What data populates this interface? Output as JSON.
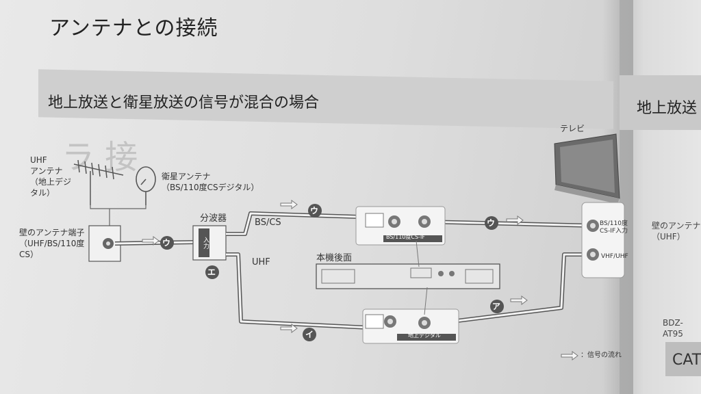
{
  "page_title": "アンテナとの接続",
  "section_title": "地上放送と衛星放送の信号が混合の場合",
  "uhf_antenna": [
    "UHF",
    "アンテナ",
    "（地上デジ",
    "タル）"
  ],
  "sat_antenna": [
    "衛星アンテナ",
    "（BS/110度CSデジタル）"
  ],
  "wall_terminal": [
    "壁のアンテナ端子",
    "（UHF/BS/110度",
    "CS）"
  ],
  "splitter": "分波器",
  "splitter_input": "入力",
  "line_bs": "BS/CS",
  "line_uhf": "UHF",
  "rear_panel": "本機後面",
  "tv": "テレビ",
  "tv_bs_in": [
    "BS/110度",
    "CS-IF入力"
  ],
  "tv_vhf_in": "VHF/UHF",
  "port_bs_label": "BS/110度CS-IF",
  "port_uhf_label": "地上デジタル",
  "cable_u": "ウ",
  "cable_e": "エ",
  "cable_i": "イ",
  "cable_a": "ア",
  "legend": "：信号の流れ",
  "right_page": {
    "title": "地上放送",
    "wall": [
      "壁のアンテナ",
      "（UHF）"
    ],
    "model": "BDZ-AT95",
    "tab": "CAT"
  }
}
